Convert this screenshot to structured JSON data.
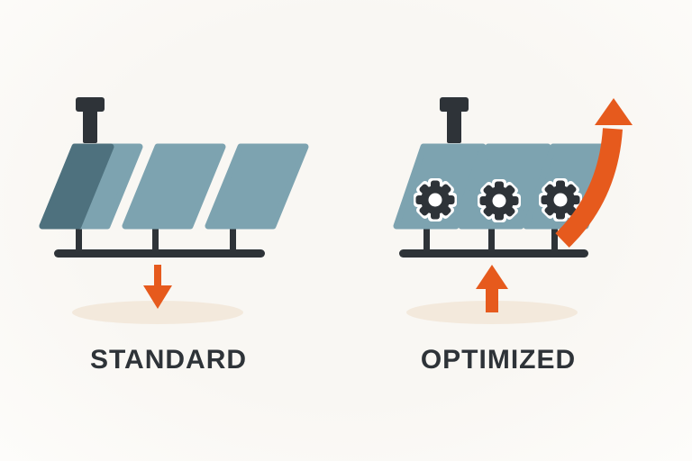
{
  "colors": {
    "background": "#f9f7f3",
    "ink": "#2e3338",
    "panel_light": "#7da3b0",
    "panel_dark": "#4e717e",
    "accent_orange": "#e65a1d",
    "shadow_beige": "#f3e9dc",
    "white": "#ffffff"
  },
  "sections": [
    {
      "id": "standard",
      "label": "STANDARD",
      "panel_count": 3,
      "gear_count": 0,
      "icons": [
        "mount-pole-icon",
        "arrow-down-icon",
        "shadow-ellipse"
      ],
      "arrow_direction": "down"
    },
    {
      "id": "optimized",
      "label": "OPTIMIZED",
      "panel_count": 3,
      "gear_count": 3,
      "icons": [
        "mount-pole-icon",
        "gear-icon",
        "curved-growth-arrow-icon",
        "arrow-up-icon",
        "shadow-ellipse"
      ],
      "arrow_direction": "up"
    }
  ]
}
